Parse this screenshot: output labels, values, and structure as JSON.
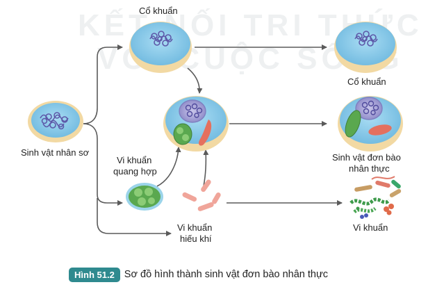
{
  "watermark": {
    "line1": "KẾT NỐI TRI THỨC",
    "line2": "VỚI CUỘC SỐNG"
  },
  "labels": {
    "prokaryote": "Sinh vật nhân sơ",
    "archaea_top": "Cổ khuẩn",
    "archaea_right": "Cổ khuẩn",
    "photosynthetic_1": "Vi khuẩn",
    "photosynthetic_2": "quang hợp",
    "aerobic_1": "Vi khuẩn",
    "aerobic_2": "hiếu khí",
    "eukaryote_1": "Sinh vật đơn bào",
    "eukaryote_2": "nhân thực",
    "bacteria": "Vi khuẩn"
  },
  "caption": {
    "badge": "Hình 51.2",
    "text": "Sơ đồ hình thành sinh vật đơn bào nhân thực"
  },
  "colors": {
    "arrow": "#5a5a5a",
    "cytoplasm": "#7fc3e6",
    "cell_rim": "#f2d9a3",
    "nucleus": "#6d6ab4",
    "chloroplast": "#6bb05a",
    "mitochondria": "#e37a6a",
    "caption_badge": "#2f8a8f"
  }
}
